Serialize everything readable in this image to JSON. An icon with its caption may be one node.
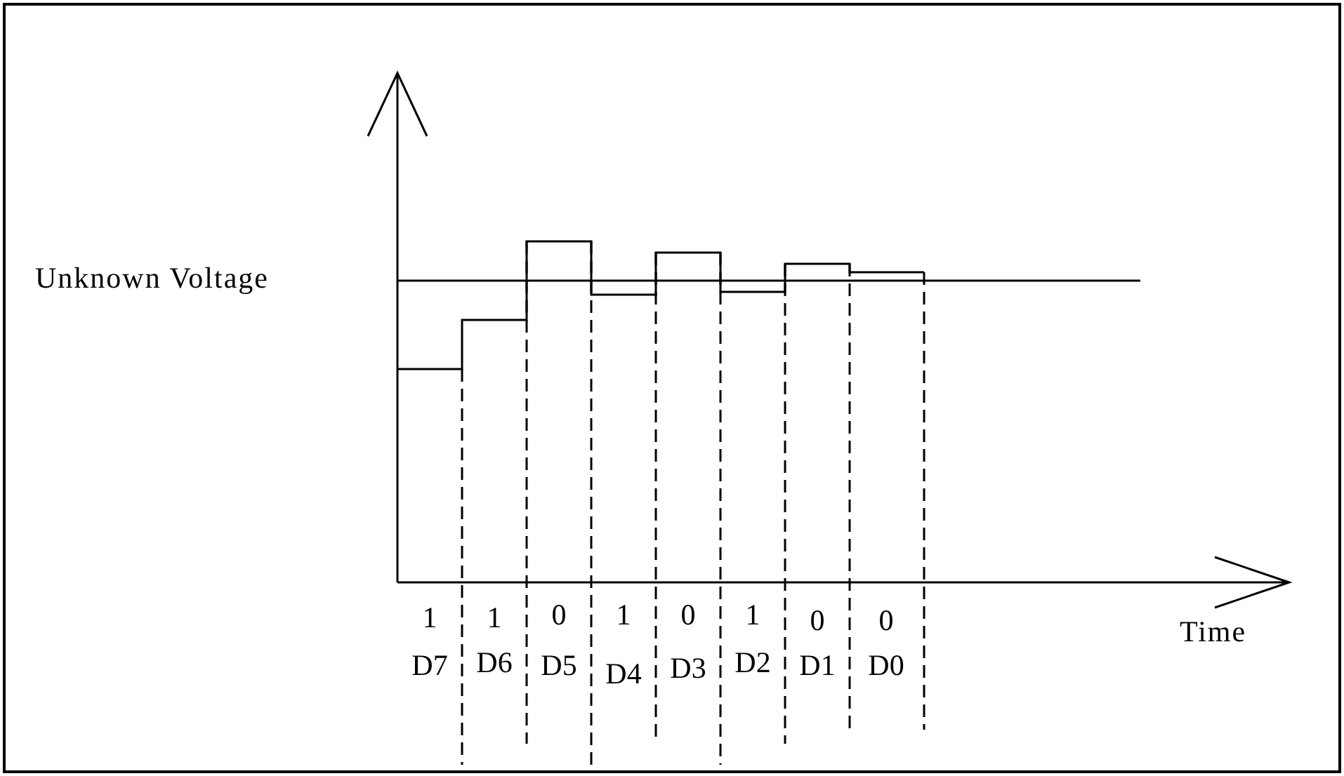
{
  "diagram": {
    "labels": [
      "Unknown Voltage",
      "1",
      "1",
      "0",
      "1",
      "0",
      "1",
      "0",
      "0",
      "Time",
      "D7",
      "D6",
      "D5",
      "D4",
      "D3",
      "D2",
      "D1",
      "D0"
    ]
  }
}
